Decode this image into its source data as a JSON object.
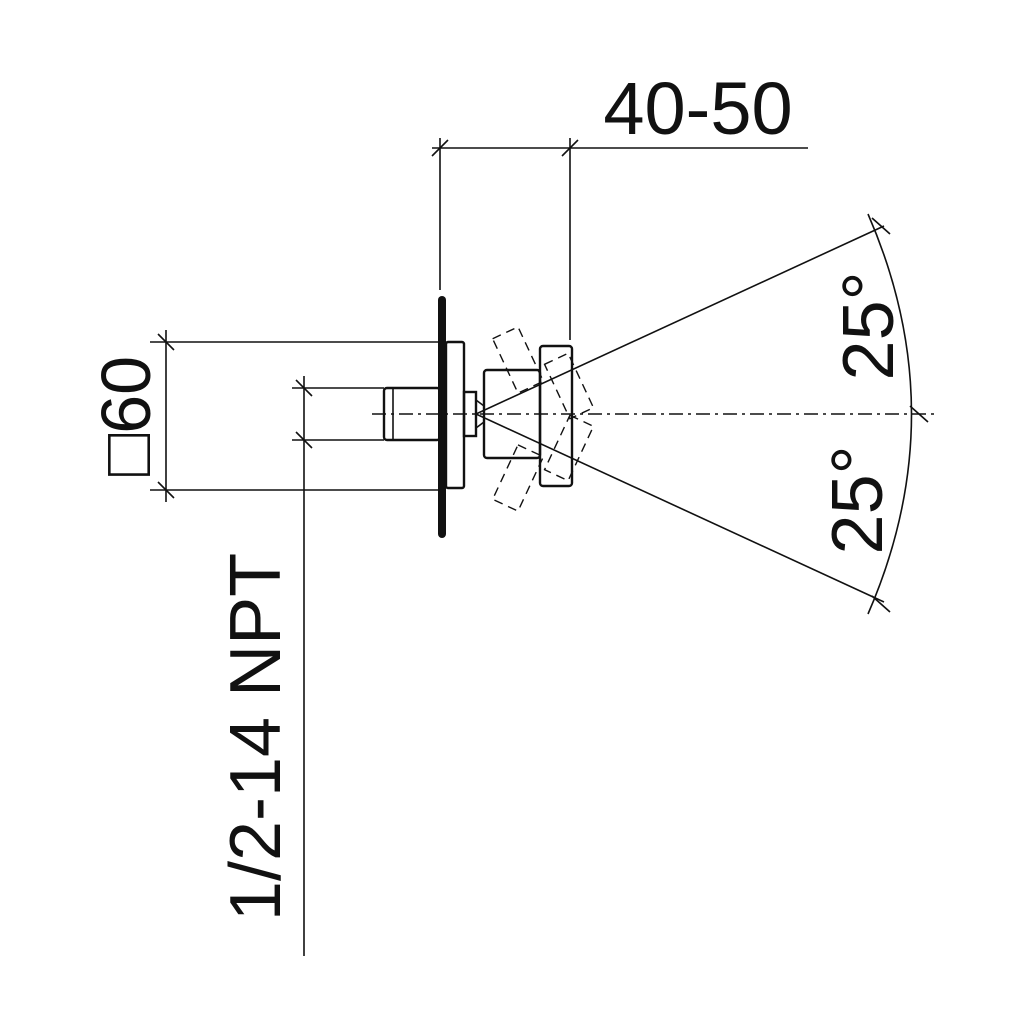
{
  "dimensions": {
    "depth_range": "40-50",
    "square_size": "□60",
    "thread": "1/2-14 NPT",
    "angle_upper": "25°",
    "angle_lower": "25°"
  },
  "colors": {
    "line": "#111111",
    "background": "#ffffff"
  }
}
